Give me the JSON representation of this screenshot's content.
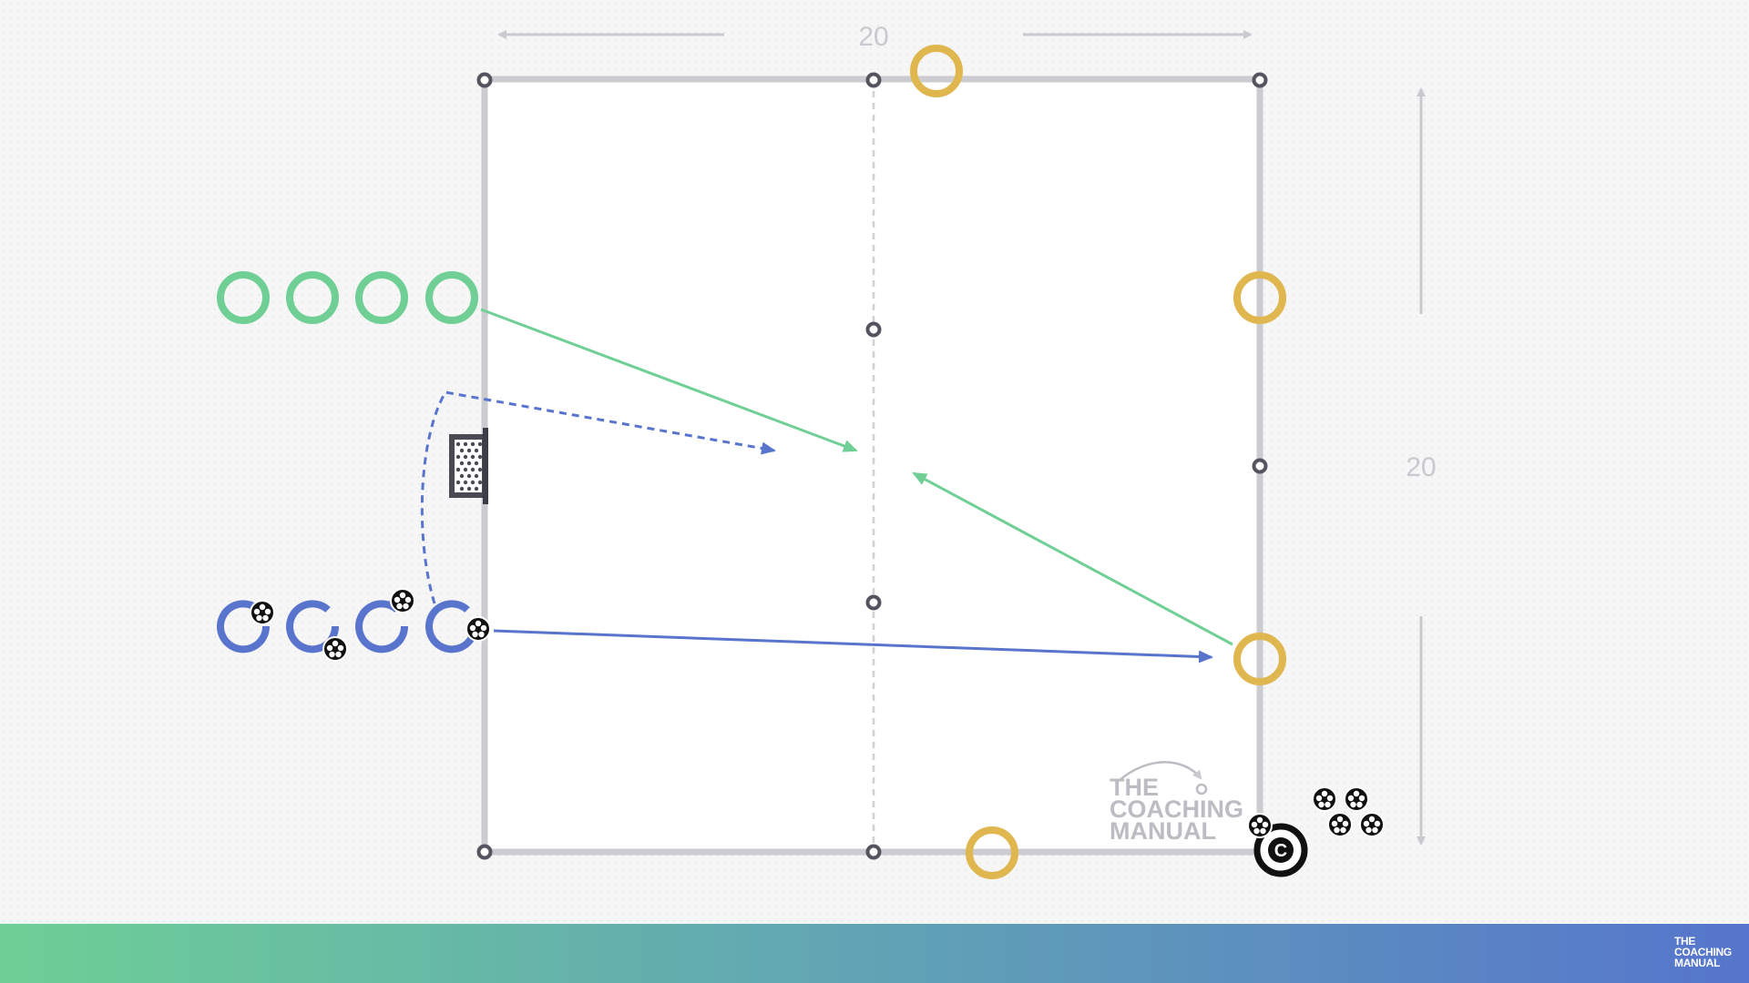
{
  "diagram": {
    "dimensions": {
      "width_label": "20",
      "height_label": "20"
    },
    "players": {
      "green_attackers": 4,
      "blue_attackers": 4,
      "yellow_players": 4
    },
    "coach": {
      "label": "C"
    },
    "ball_pile_count": 5,
    "watermark": {
      "line1": "THE",
      "line2": "COACHING",
      "line3": "MANUAL"
    },
    "colors": {
      "green": "#6fcf94",
      "blue": "#5874cc",
      "yellow": "#e0b64e",
      "field_line": "#cbcbd0",
      "marker": "#545460"
    }
  },
  "footer": {
    "logo": {
      "line1": "THE",
      "line2": "COACHING",
      "line3": "MANUAL"
    }
  }
}
